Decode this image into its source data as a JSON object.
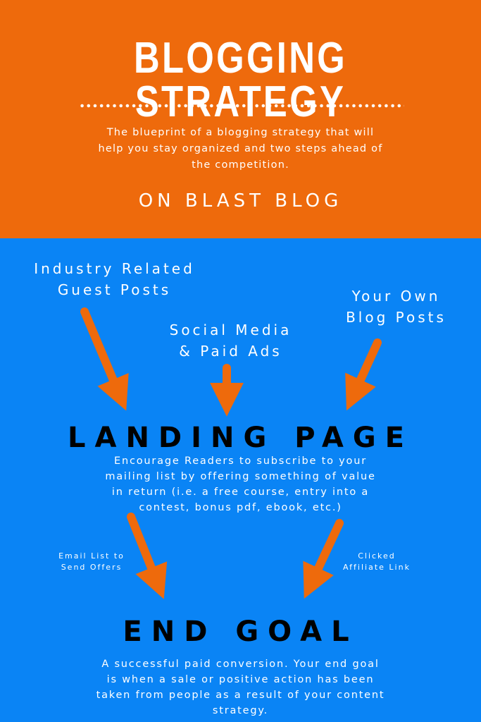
{
  "header": {
    "title": "BLOGGING STRATEGY",
    "subtitle": [
      "The blueprint of a blogging strategy that will",
      "help you stay organized and two steps ahead of",
      "the competition."
    ],
    "brand": "ON BLAST BLOG"
  },
  "sources": [
    {
      "lines": [
        "Industry Related",
        "Guest Posts"
      ]
    },
    {
      "lines": [
        "Social Media",
        "& Paid Ads"
      ]
    },
    {
      "lines": [
        "Your Own",
        "Blog Posts"
      ]
    }
  ],
  "landing": {
    "title": "LANDING PAGE",
    "description": [
      "Encourage Readers to subscribe to your",
      "mailing list by offering something of value",
      "in return (i.e. a free course, entry into a",
      "contest, bonus pdf, ebook, etc.)"
    ]
  },
  "paths": [
    {
      "lines": [
        "Email List to",
        "Send Offers"
      ]
    },
    {
      "lines": [
        "Clicked",
        "Affiliate Link"
      ]
    }
  ],
  "goal": {
    "title": "END GOAL",
    "description": [
      "A successful paid conversion. Your end goal",
      "is when a sale or positive action has been",
      "taken from people as a result of your content",
      "strategy."
    ]
  },
  "colors": {
    "orange": "#EE6A0C",
    "blue": "#0A84F5",
    "arrow": "#EE6A0C"
  }
}
